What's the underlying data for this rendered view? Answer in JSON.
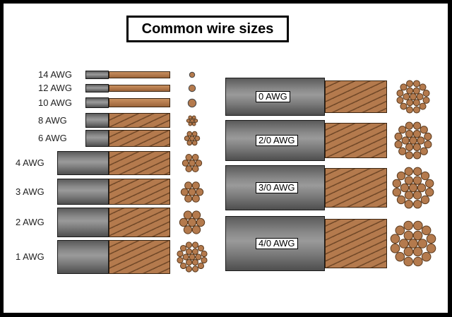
{
  "title": "Common wire sizes",
  "colors": {
    "insulation": "#7a7a7a",
    "copper": "#b47a4d",
    "strand_outline": "#5a3a1e"
  },
  "small_wires": [
    {
      "label": "14 AWG",
      "strands": 1
    },
    {
      "label": "12 AWG",
      "strands": 1
    },
    {
      "label": "10 AWG",
      "strands": 1
    },
    {
      "label": "8 AWG",
      "strands": 7
    },
    {
      "label": "6 AWG",
      "strands": 7
    },
    {
      "label": "4 AWG",
      "strands": 7
    },
    {
      "label": "3 AWG",
      "strands": 7
    },
    {
      "label": "2 AWG",
      "strands": 7
    },
    {
      "label": "1 AWG",
      "strands": 19
    }
  ],
  "large_wires": [
    {
      "label": "0 AWG",
      "strands": 19
    },
    {
      "label": "2/0 AWG",
      "strands": 19
    },
    {
      "label": "3/0 AWG",
      "strands": 19
    },
    {
      "label": "4/0 AWG",
      "strands": 19
    }
  ]
}
